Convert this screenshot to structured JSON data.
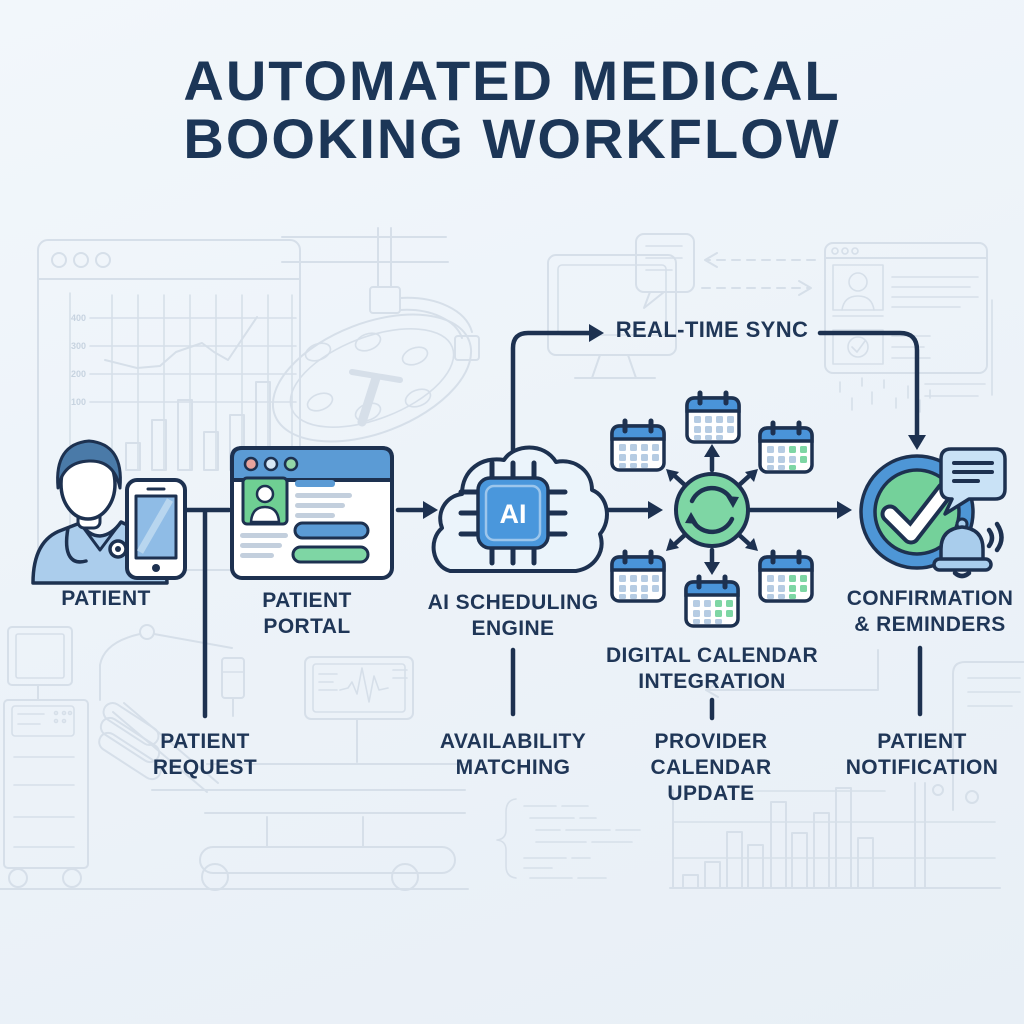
{
  "title": {
    "line1": "AUTOMATED MEDICAL",
    "line2": "BOOKING WORKFLOW"
  },
  "flow": {
    "patient": {
      "label": "PATIENT"
    },
    "patient_portal": {
      "line1": "PATIENT",
      "line2": "PORTAL"
    },
    "ai_engine": {
      "line1": "AI SCHEDULING",
      "line2": "ENGINE",
      "chip_text": "AI"
    },
    "calendar_integration": {
      "line1": "DIGITAL CALENDAR",
      "line2": "INTEGRATION"
    },
    "confirmation": {
      "line1": "CONFIRMATION",
      "line2": "& REMINDERS"
    }
  },
  "connectors": {
    "real_time_sync": {
      "label": "REAL-TIME SYNC"
    },
    "patient_request": {
      "line1": "PATIENT",
      "line2": "REQUEST"
    },
    "availability_matching": {
      "line1": "AVAILABILITY",
      "line2": "MATCHING"
    },
    "provider_calendar_update": {
      "line1": "PROVIDER",
      "line2": "CALENDAR",
      "line3": "UPDATE"
    },
    "patient_notification": {
      "line1": "PATIENT",
      "line2": "NOTIFICATION"
    }
  },
  "background": {
    "chart_ticks": [
      "400",
      "300",
      "200",
      "100"
    ]
  },
  "icons": {
    "patient": "person-with-stethoscope-and-smartphone",
    "patient_portal": "browser-window-with-profile-card",
    "ai_engine": "cloud-with-ai-chip",
    "calendar_integration": "sync-circle-with-six-calendars",
    "confirmation": "check-circle-with-chat-bubble-and-bell"
  },
  "colors": {
    "background": "#edf3f9",
    "outline_navy": "#1d3150",
    "text_navy": "#1f3657",
    "accent_blue": "#4a94d9",
    "light_blue": "#a9cdec",
    "accent_green": "#6fcf93",
    "hub_green": "#7ed6a4",
    "cell_blue": "#b6cce3",
    "sketch_gray": "#d6dfe9"
  }
}
